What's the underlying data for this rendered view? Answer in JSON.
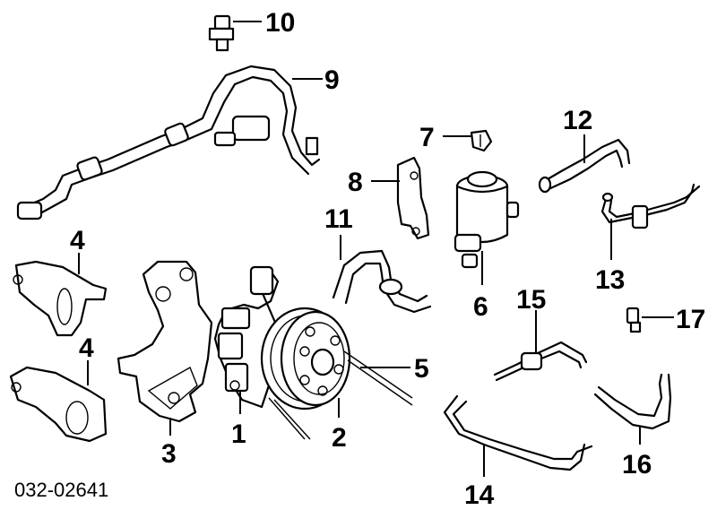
{
  "diagram": {
    "reference_code": "032-02641",
    "callouts": {
      "c1": "1",
      "c2": "2",
      "c3": "3",
      "c4a": "4",
      "c4b": "4",
      "c5": "5",
      "c6": "6",
      "c7": "7",
      "c8": "8",
      "c9": "9",
      "c10": "10",
      "c11": "11",
      "c12": "12",
      "c13": "13",
      "c14": "14",
      "c15": "15",
      "c16": "16",
      "c17": "17"
    }
  }
}
